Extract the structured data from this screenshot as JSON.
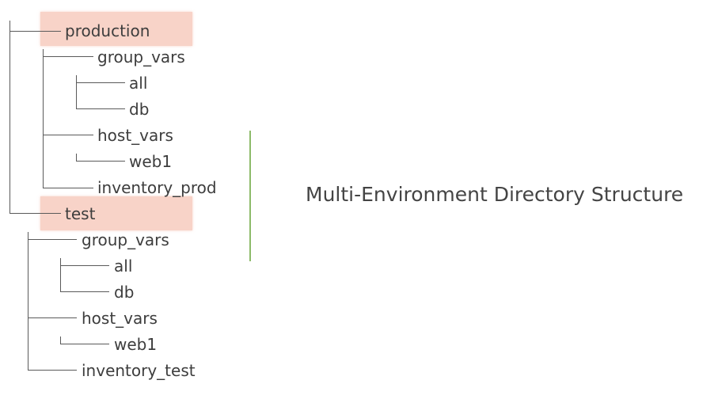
{
  "tree": {
    "production": {
      "label": "production",
      "group_vars": {
        "label": "group_vars",
        "children": [
          "all",
          "db"
        ]
      },
      "host_vars": {
        "label": "host_vars",
        "children": [
          "web1"
        ]
      },
      "inventory": "inventory_prod"
    },
    "test": {
      "label": "test",
      "group_vars": {
        "label": "group_vars",
        "children": [
          "all",
          "db"
        ]
      },
      "host_vars": {
        "label": "host_vars",
        "children": [
          "web1"
        ]
      },
      "inventory": "inventory_test"
    }
  },
  "title": "Multi-Environment Directory Structure",
  "colors": {
    "highlight": "#f8d3c8",
    "divider": "#8dbb6a",
    "text": "#3d3d3d",
    "line": "#5a5a5a"
  }
}
